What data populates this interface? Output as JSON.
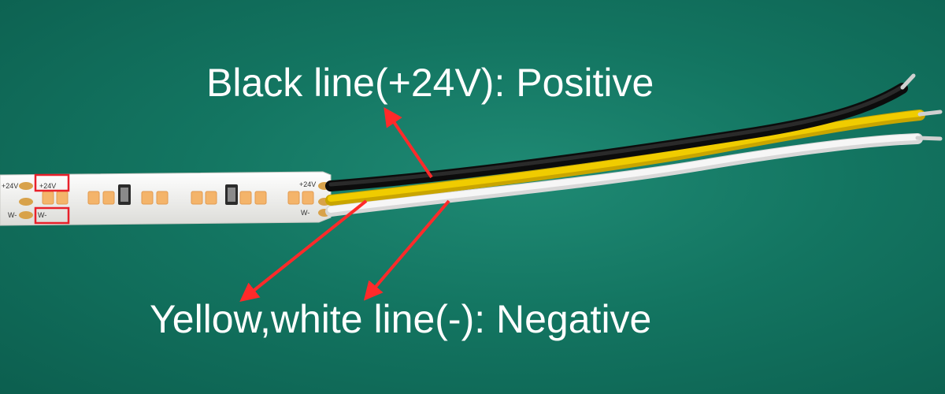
{
  "annotations": {
    "positive_label": "Black line(+24V): Positive",
    "negative_label": "Yellow,white line(-): Negative"
  },
  "strip": {
    "pad_label_plus_left": "+24V",
    "pad_label_plus_right": "+24V",
    "pad_label_minus_left": "W-",
    "pad_label_minus_right": "W-"
  },
  "colors": {
    "background": "#137561",
    "strip": "#f4f4f2",
    "led": "#f4b46a",
    "pad": "#d8a24a",
    "wire_black": "#1a1a1a",
    "wire_yellow": "#e7c300",
    "wire_white": "#f2f2f2",
    "arrow": "#ff2a2a",
    "highlight_box": "#e8202a"
  }
}
